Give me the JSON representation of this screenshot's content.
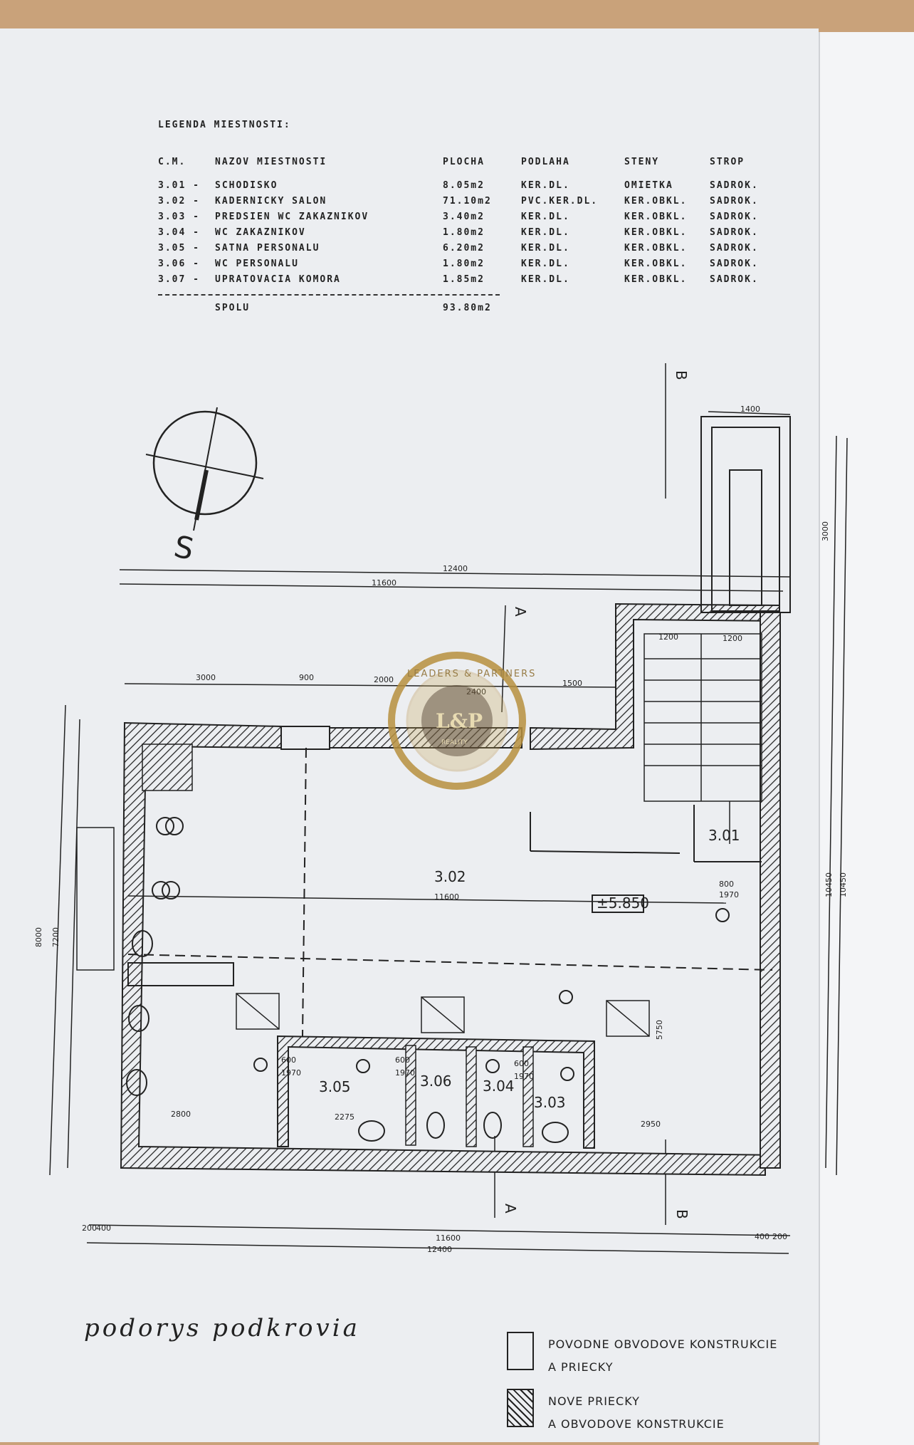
{
  "legend": {
    "title": "LEGENDA MIESTNOSTI:",
    "headers": [
      "C.M.",
      "NAZOV MIESTNOSTI",
      "PLOCHA",
      "PODLAHA",
      "STENY",
      "STROP"
    ],
    "rows": [
      [
        "3.01 -",
        "SCHODISKO",
        "8.05m2",
        "KER.DL.",
        "OMIETKA",
        "SADROK."
      ],
      [
        "3.02 -",
        "KADERNICKY SALON",
        "71.10m2",
        "PVC.KER.DL.",
        "KER.OBKL.",
        "SADROK."
      ],
      [
        "3.03 -",
        "PREDSIEN WC ZAKAZNIKOV",
        "3.40m2",
        "KER.DL.",
        "KER.OBKL.",
        "SADROK."
      ],
      [
        "3.04 -",
        "WC ZAKAZNIKOV",
        "1.80m2",
        "KER.DL.",
        "KER.OBKL.",
        "SADROK."
      ],
      [
        "3.05 -",
        "SATNA PERSONALU",
        "6.20m2",
        "KER.DL.",
        "KER.OBKL.",
        "SADROK."
      ],
      [
        "3.06 -",
        "WC PERSONALU",
        "1.80m2",
        "KER.DL.",
        "KER.OBKL.",
        "SADROK."
      ],
      [
        "3.07 -",
        "UPRATOVACIA KOMORA",
        "1.85m2",
        "KER.DL.",
        "KER.OBKL.",
        "SADROK."
      ]
    ],
    "total_label": "SPOLU",
    "total_value": "93.80m2"
  },
  "plan": {
    "rooms": {
      "r301": "3.01",
      "r302": "3.02",
      "r303": "3.03",
      "r304": "3.04",
      "r305": "3.05",
      "r306": "3.06"
    },
    "level_mark": "±5.850",
    "section_a": "A",
    "section_b": "B",
    "north": "S",
    "dims": {
      "d12400": "12400",
      "d11600": "11600",
      "d3000": "3000",
      "d900": "900",
      "d2000": "2000",
      "d2400": "2400",
      "d1500": "1500",
      "d1400": "1400",
      "d1200": "1200",
      "d8000": "8000",
      "d7200": "7200",
      "d10450": "10450",
      "d2800": "2800",
      "d2275": "2275",
      "d2950": "2950",
      "d600": "600",
      "d1970": "1970",
      "d800": "800",
      "d5750": "5750",
      "d200": "200",
      "d400": "400",
      "d3000b": "3000"
    }
  },
  "title": "podorys podkrovia",
  "key": {
    "existing_line1": "POVODNE OBVODOVE KONSTRUKCIE",
    "existing_line2": "A PRIECKY",
    "new_line1": "NOVE PRIECKY",
    "new_line2": "A OBVODOVE KONSTRUKCIE"
  },
  "watermark": {
    "text": "LEADERS & PARTNERS",
    "monogram": "L&P",
    "sub": "REALITY"
  },
  "colors": {
    "paper": "#eceef1",
    "ink": "#222222",
    "table": "#c9a27a",
    "logo": "#b8913f"
  }
}
